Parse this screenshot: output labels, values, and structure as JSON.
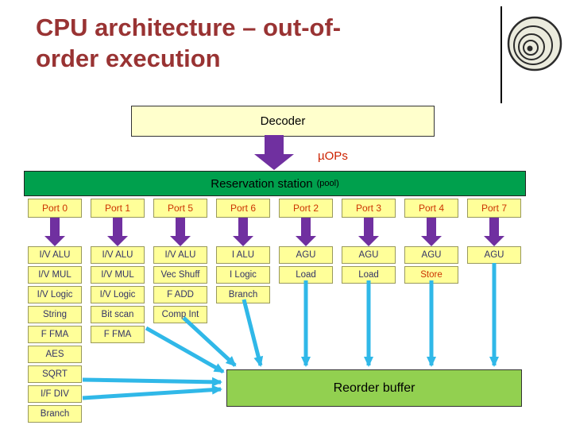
{
  "title": {
    "line1": "CPU architecture – out-of-",
    "line2": "order execution"
  },
  "decoder": {
    "label": "Decoder"
  },
  "uops": {
    "label": "µOPs"
  },
  "reservation_station": {
    "label": "Reservation station",
    "qualifier": "(pool)"
  },
  "reorder_buffer": {
    "label": "Reorder buffer"
  },
  "ports": [
    {
      "label": "Port 0",
      "units": [
        {
          "label": "I/V ALU"
        },
        {
          "label": "I/V MUL"
        },
        {
          "label": "I/V Logic"
        },
        {
          "label": "String"
        },
        {
          "label": "F FMA"
        },
        {
          "label": "AES"
        },
        {
          "label": "SQRT"
        },
        {
          "label": "I/F DIV"
        },
        {
          "label": "Branch"
        }
      ]
    },
    {
      "label": "Port 1",
      "units": [
        {
          "label": "I/V ALU"
        },
        {
          "label": "I/V MUL"
        },
        {
          "label": "I/V Logic"
        },
        {
          "label": "Bit scan"
        },
        {
          "label": "F FMA"
        }
      ]
    },
    {
      "label": "Port 5",
      "units": [
        {
          "label": "I/V ALU"
        },
        {
          "label": "Vec Shuff"
        },
        {
          "label": "F ADD"
        },
        {
          "label": "Comp Int"
        }
      ]
    },
    {
      "label": "Port 6",
      "units": [
        {
          "label": "I ALU"
        },
        {
          "label": "I Logic"
        },
        {
          "label": "Branch"
        }
      ]
    },
    {
      "label": "Port 2",
      "units": [
        {
          "label": "AGU"
        },
        {
          "label": "Load"
        }
      ]
    },
    {
      "label": "Port 3",
      "units": [
        {
          "label": "AGU"
        },
        {
          "label": "Load"
        }
      ]
    },
    {
      "label": "Port 4",
      "units": [
        {
          "label": "AGU"
        },
        {
          "label": "Store",
          "highlight": true
        }
      ]
    },
    {
      "label": "Port 7",
      "units": [
        {
          "label": "AGU"
        }
      ]
    }
  ],
  "icons": {
    "snail": "snail-clipart"
  },
  "colors": {
    "title_text": "#993333",
    "port_label_text": "#CC3300",
    "unit_text": "#333366",
    "highlight_text": "#CC3300",
    "uops_text": "#CC2200",
    "dispatch_arrow_purple": "#7030A0",
    "result_arrow_cyan": "#30B8E8",
    "station_green": "#00A04D",
    "buffer_green": "#92D050",
    "box_yellow": "#FFFF99",
    "decoder_yellow": "#FFFFCC"
  }
}
